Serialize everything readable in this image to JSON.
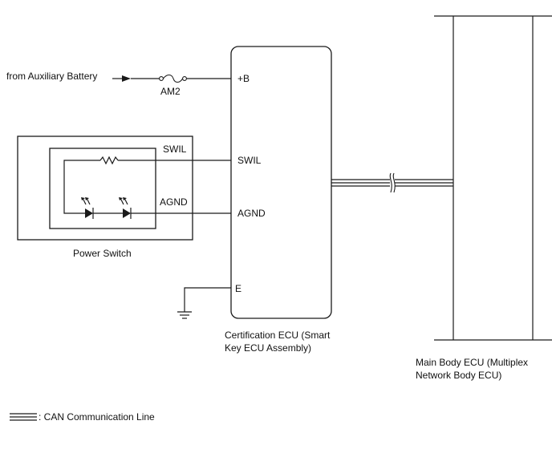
{
  "battery_label": "from Auxiliary Battery",
  "fuse_label": "AM2",
  "power_switch": {
    "title": "Power Switch",
    "swil_label": "SWIL",
    "agnd_label": "AGND"
  },
  "certification_ecu": {
    "title_line1": "Certification ECU (Smart",
    "title_line2": "Key ECU Assembly)",
    "pin_b": "+B",
    "pin_swil": "SWIL",
    "pin_agnd": "AGND",
    "pin_e": "E"
  },
  "main_body_ecu": {
    "title_line1": "Main Body ECU (Multiplex",
    "title_line2": "Network Body ECU)"
  },
  "legend": {
    "can_label": ": CAN Communication Line"
  }
}
